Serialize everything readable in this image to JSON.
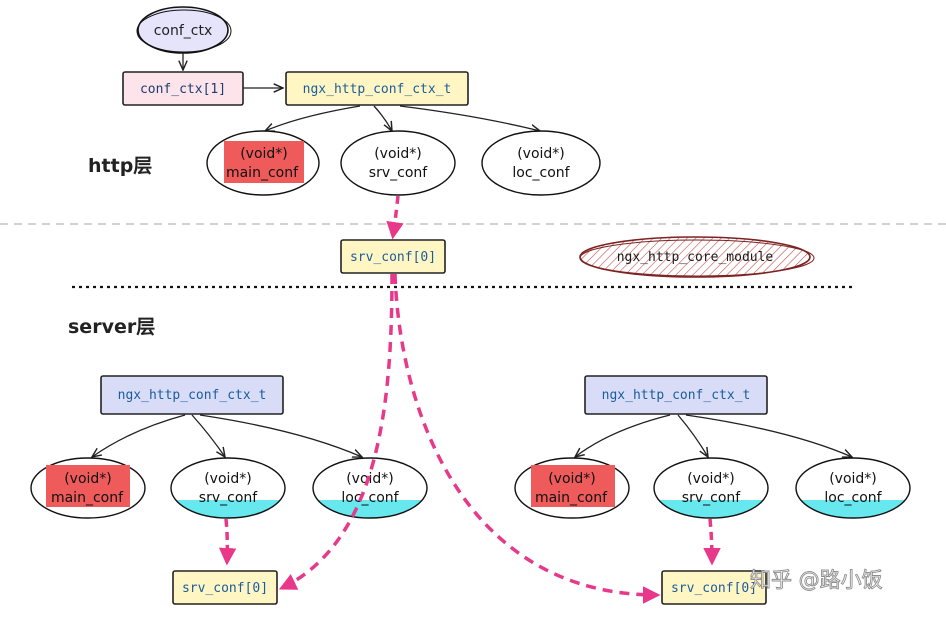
{
  "layer_labels": {
    "http": "http层",
    "server": "server层"
  },
  "nodes": {
    "conf_ctx": "conf_ctx",
    "conf_ctx_1": "conf_ctx[1]",
    "http_ctx": "ngx_http_conf_ctx_t",
    "http_main": {
      "line1": "(void*)",
      "line2": "main_conf"
    },
    "http_srv": {
      "line1": "(void*)",
      "line2": "srv_conf"
    },
    "http_loc": {
      "line1": "(void*)",
      "line2": "loc_conf"
    },
    "srv_conf_0_top": "srv_conf[0]",
    "core_module": "ngx_http_core_module",
    "srv1_ctx": "ngx_http_conf_ctx_t",
    "srv1_main": {
      "line1": "(void*)",
      "line2": "main_conf"
    },
    "srv1_srv": {
      "line1": "(void*)",
      "line2": "srv_conf"
    },
    "srv1_loc": {
      "line1": "(void*)",
      "line2": "loc_conf"
    },
    "srv1_conf_0": "srv_conf[0]",
    "srv2_ctx": "ngx_http_conf_ctx_t",
    "srv2_main": {
      "line1": "(void*)",
      "line2": "main_conf"
    },
    "srv2_srv": {
      "line1": "(void*)",
      "line2": "srv_conf"
    },
    "srv2_loc": {
      "line1": "(void*)",
      "line2": "loc_conf"
    },
    "srv2_conf_0": "srv_conf[0]"
  },
  "watermark": "知乎 @路小饭",
  "colors": {
    "pink_arrow": "#e8388a",
    "red_fill": "#ef5b5b",
    "cyan_fill": "#66e8ee",
    "blue_box_fill": "#d9dcf7",
    "yellow_box_fill": "#fff6c4",
    "pink_box_fill": "#fde3ea",
    "hatch_red": "#b33b3b",
    "label_blue": "#1a5c9e"
  }
}
